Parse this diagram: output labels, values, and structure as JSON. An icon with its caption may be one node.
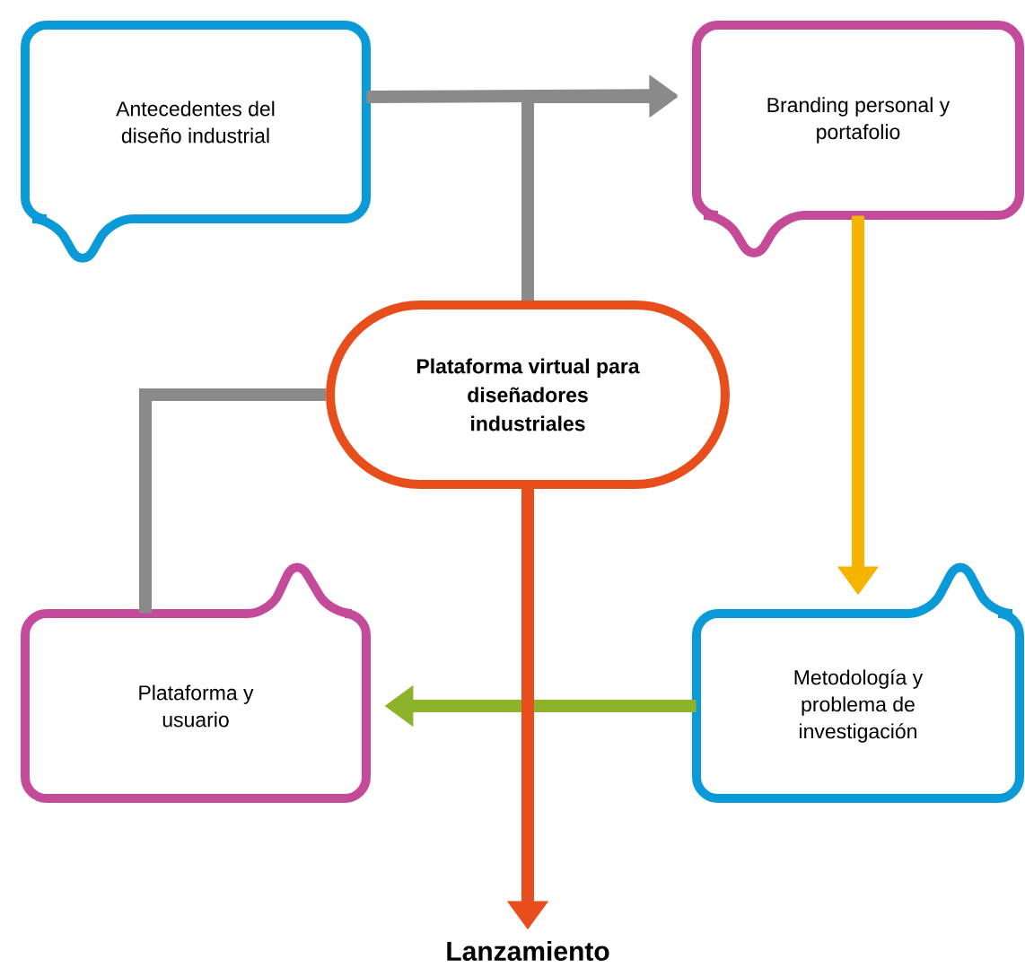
{
  "diagram": {
    "nodes": [
      {
        "text": [
          "Antecedentes del diseño industrial"
        ]
      },
      {
        "text": [
          "Branding personal y portafolio"
        ]
      },
      {
        "text": [
          "Plataforma virtual para diseñadores industriales"
        ]
      },
      {
        "text": [
          "Plataforma y usuario"
        ]
      },
      {
        "text": [
          "Metodología y problema de investigación"
        ]
      },
      {
        "text": [
          "Lanzamiento"
        ]
      }
    ],
    "edges": [
      {
        "from": 0,
        "to": 1,
        "arrow": "to"
      },
      {
        "from": 2,
        "to": 1,
        "arrow": "to"
      },
      {
        "from": 2,
        "to": 3,
        "arrow": "none"
      },
      {
        "from": 1,
        "to": 4,
        "arrow": "to",
        "color": "#f5b400"
      },
      {
        "from": 4,
        "to": 3,
        "arrow": "to",
        "color": "#8db32a"
      },
      {
        "from": 2,
        "to": 5,
        "arrow": "to",
        "color": "#e84e1b"
      }
    ]
  }
}
